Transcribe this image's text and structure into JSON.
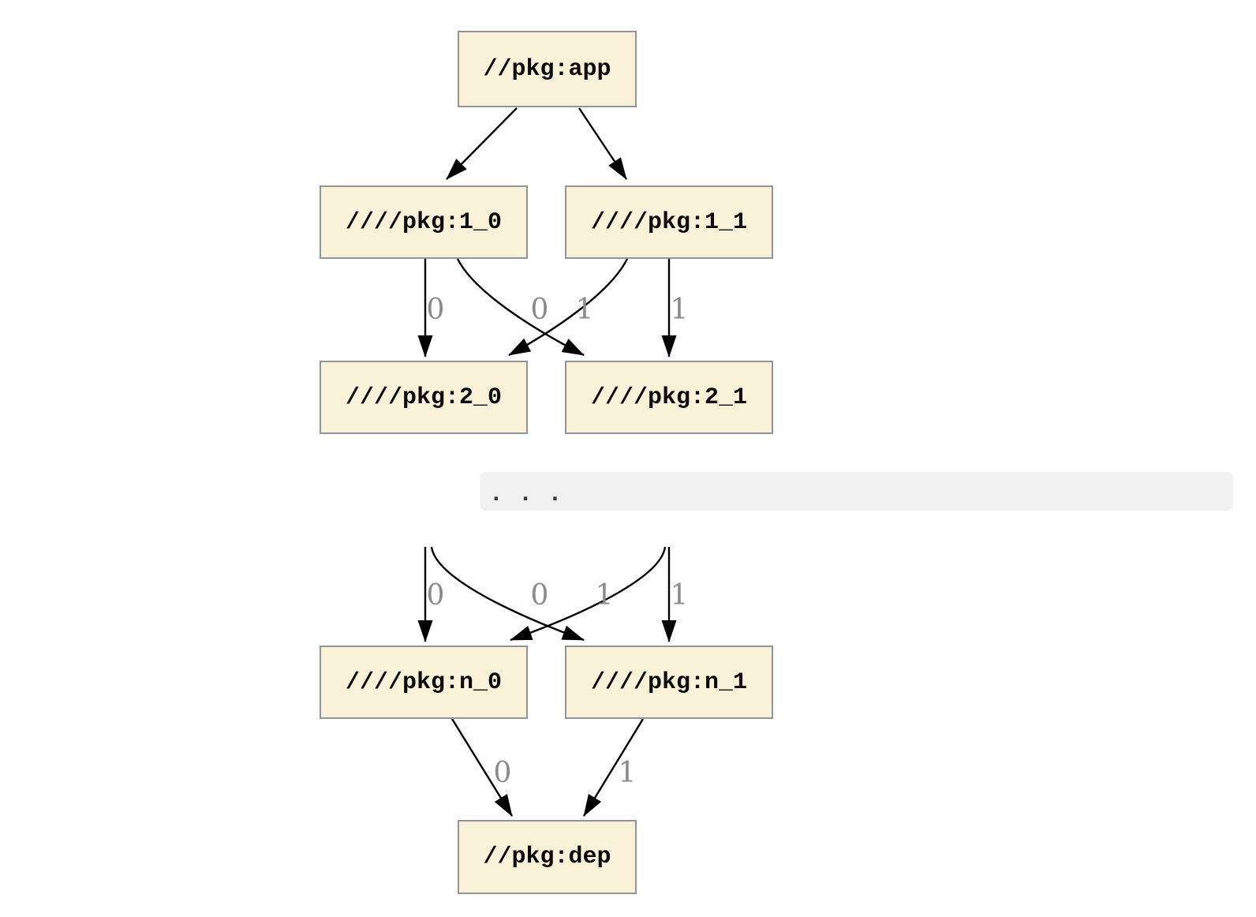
{
  "colors": {
    "node_fill": "#faf2d8",
    "node_border": "#8f959a",
    "node_text": "#0a0a0a",
    "edge": "#000000",
    "edge_label": "#8a8a8a",
    "band_bg": "#f1f1f1",
    "dots": "#3a3a3a"
  },
  "graph": {
    "nodes": {
      "app": "//pkg:app",
      "level1_0": "////pkg:1_0",
      "level1_1": "////pkg:1_1",
      "level2_0": "////pkg:2_0",
      "level2_1": "////pkg:2_1",
      "leveln_0": "////pkg:n_0",
      "leveln_1": "////pkg:n_1",
      "dep": "//pkg:dep"
    },
    "ellipsis": ". . .",
    "edge_labels": {
      "l1_0_to_l2_0": "0",
      "l1_0_to_l2_1": "0",
      "l1_1_to_l2_0": "1",
      "l1_1_to_l2_1": "1",
      "prev_0_to_ln_0": "0",
      "prev_0_to_ln_1": "0",
      "prev_1_to_ln_0": "1",
      "prev_1_to_ln_1": "1",
      "ln_0_to_dep": "0",
      "ln_1_to_dep": "1"
    }
  }
}
